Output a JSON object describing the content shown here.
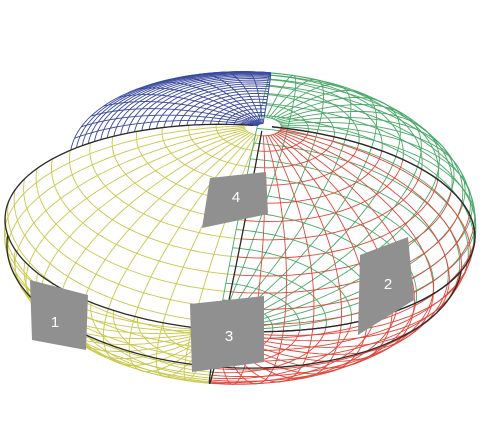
{
  "figure": {
    "patch_labels": [
      "1",
      "2",
      "3",
      "4"
    ]
  },
  "colors": {
    "background": "#ffffff",
    "quadrant_front_red": "#e0473a",
    "quadrant_left_yellow": "#c8c84a",
    "quadrant_right_green": "#4aa868",
    "quadrant_top_blue": "#3a4a9e",
    "seam_lines": "#2b2b2b",
    "patch_fill": "#909090"
  },
  "grid": {
    "meridians_per_quadrant": 12,
    "parallels": 26
  }
}
